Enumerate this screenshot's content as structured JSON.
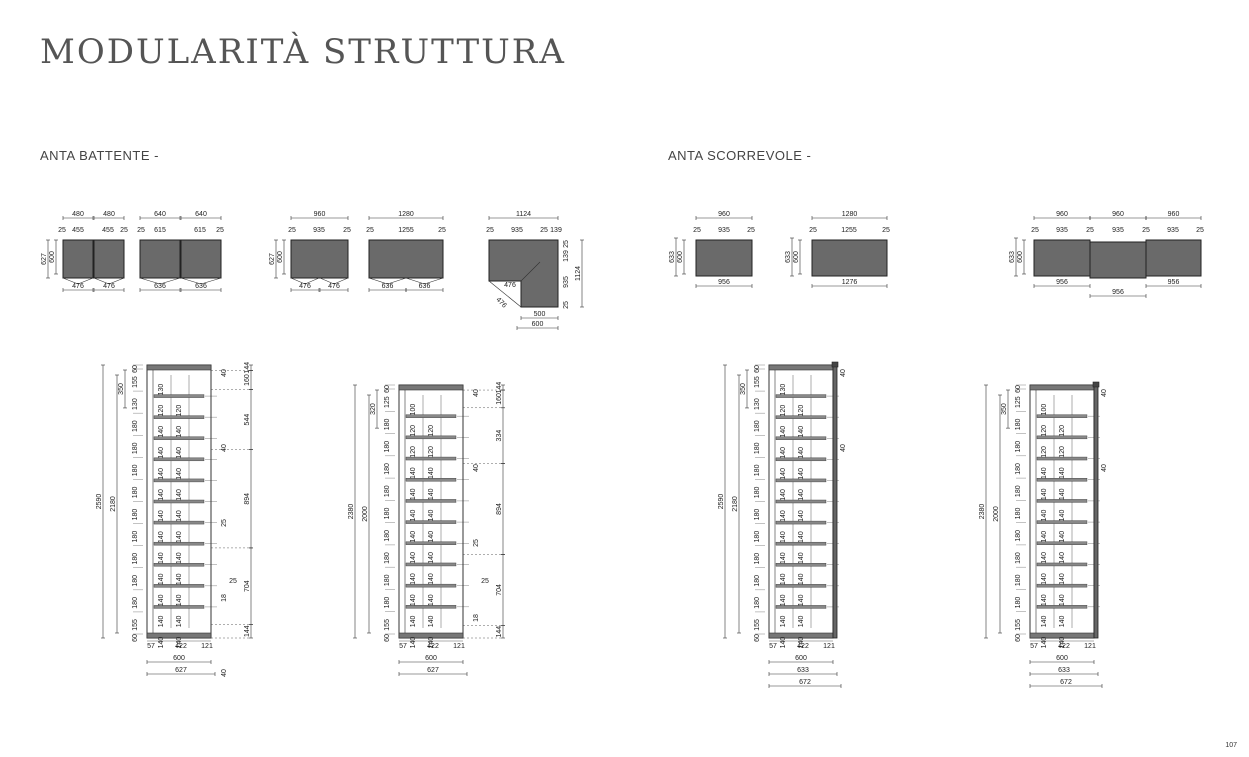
{
  "title": "MODULARITÀ STRUTTURA",
  "sections": {
    "battente": "ANTA BATTENTE -",
    "scorrevole": "ANTA SCORREVOLE -"
  },
  "page_number": "107",
  "plans": {
    "b1": {
      "top": [
        "480",
        "480"
      ],
      "sub": [
        "25",
        "455",
        "455",
        "25"
      ],
      "side": [
        "627",
        "600"
      ],
      "bottom": [
        "476",
        "476"
      ]
    },
    "b2": {
      "top": [
        "640",
        "640"
      ],
      "sub": [
        "25",
        "615",
        "615",
        "25"
      ],
      "bottom": [
        "636",
        "636"
      ]
    },
    "b3": {
      "top": [
        "960"
      ],
      "sub": [
        "25",
        "935",
        "25"
      ],
      "side": [
        "627",
        "600"
      ],
      "bottom": [
        "476",
        "476"
      ]
    },
    "b4": {
      "top": [
        "1280"
      ],
      "sub": [
        "25",
        "1255",
        "25"
      ],
      "bottom": [
        "636",
        "636"
      ]
    },
    "b5": {
      "top": [
        "1124"
      ],
      "sub": [
        "25",
        "935",
        "25",
        "139"
      ],
      "side": [
        "25",
        "139",
        "935",
        "1124",
        "25"
      ],
      "bottom": [
        "476",
        "476",
        "500",
        "600"
      ]
    },
    "s1": {
      "top": [
        "960"
      ],
      "sub": [
        "25",
        "935",
        "25"
      ],
      "side": [
        "633",
        "600"
      ],
      "bottom": [
        "956"
      ]
    },
    "s2": {
      "top": [
        "1280"
      ],
      "sub": [
        "25",
        "1255",
        "25"
      ],
      "side": [
        "633",
        "600"
      ],
      "bottom": [
        "1276"
      ]
    },
    "s3": {
      "top": [
        "960",
        "960",
        "960"
      ],
      "sub": [
        "25",
        "935",
        "25",
        "935",
        "25",
        "935",
        "25"
      ],
      "side": [
        "633",
        "600"
      ],
      "bottom": [
        "956",
        "956",
        "956"
      ]
    }
  },
  "elevations": {
    "e1": {
      "total": "2590",
      "inner": "2180",
      "upper": "350",
      "left_dims": [
        "60",
        "155",
        "130",
        "180",
        "180",
        "180",
        "180",
        "180",
        "180",
        "180",
        "180",
        "180",
        "155",
        "60"
      ],
      "inner_labels": [
        "130",
        "120",
        "140",
        "140",
        "140",
        "140",
        "140",
        "140",
        "140",
        "140",
        "140",
        "140",
        "140"
      ],
      "right_dims": [
        "144",
        "160",
        "544",
        "894",
        "704",
        "144"
      ],
      "small": [
        "40",
        "40",
        "25",
        "18",
        "40"
      ],
      "bottom": [
        "57",
        "422",
        "121"
      ],
      "widths": [
        "600",
        "627"
      ]
    },
    "e2": {
      "total": "2380",
      "inner": "2000",
      "upper": "320",
      "left_dims": [
        "60",
        "125",
        "180",
        "180",
        "180",
        "180",
        "180",
        "180",
        "180",
        "180",
        "180",
        "155",
        "60"
      ],
      "inner_labels": [
        "100",
        "120",
        "120",
        "140",
        "140",
        "140",
        "140",
        "140",
        "140",
        "140",
        "140",
        "140"
      ],
      "right_dims": [
        "144",
        "160",
        "334",
        "894",
        "704",
        "144"
      ],
      "small": [
        "40",
        "40",
        "25",
        "18"
      ],
      "bottom": [
        "57",
        "422",
        "121"
      ],
      "widths": [
        "600",
        "627"
      ]
    },
    "e3": {
      "total": "2590",
      "inner": "2180",
      "upper": "350",
      "left_dims": [
        "60",
        "155",
        "130",
        "180",
        "180",
        "180",
        "180",
        "180",
        "180",
        "180",
        "180",
        "180",
        "155",
        "60"
      ],
      "inner_labels": [
        "130",
        "120",
        "140",
        "140",
        "140",
        "140",
        "140",
        "140",
        "140",
        "140",
        "140",
        "140",
        "140"
      ],
      "small": [
        "40",
        "40"
      ],
      "bottom": [
        "57",
        "422",
        "121"
      ],
      "widths": [
        "600",
        "633",
        "672"
      ]
    },
    "e4": {
      "total": "2380",
      "inner": "2000",
      "upper": "350",
      "left_dims": [
        "60",
        "125",
        "180",
        "180",
        "180",
        "180",
        "180",
        "180",
        "180",
        "180",
        "180",
        "155",
        "60"
      ],
      "inner_labels": [
        "100",
        "120",
        "120",
        "140",
        "140",
        "140",
        "140",
        "140",
        "140",
        "140",
        "140",
        "140"
      ],
      "small": [
        "40",
        "40"
      ],
      "bottom": [
        "57",
        "422",
        "121"
      ],
      "widths": [
        "600",
        "633",
        "672"
      ]
    }
  }
}
